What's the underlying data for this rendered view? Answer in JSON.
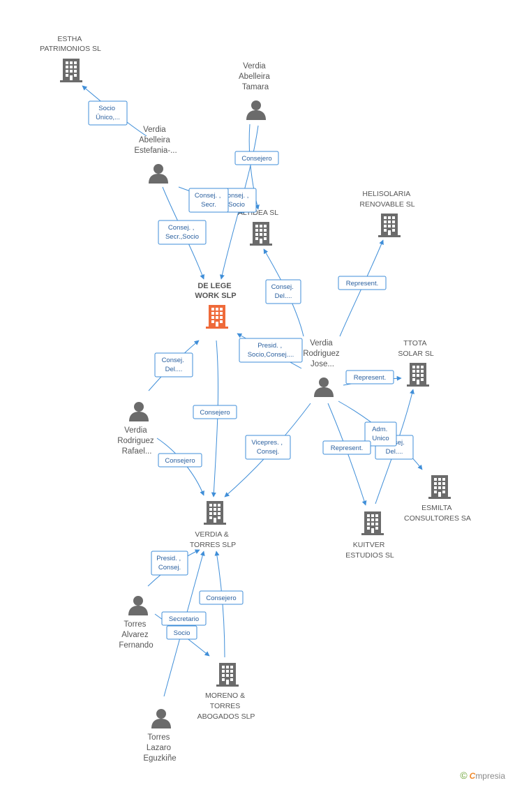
{
  "nodes": {
    "estha": {
      "lines": [
        "ESTHA",
        "PATRIMONIOS SL"
      ],
      "kind": "company"
    },
    "verdia_tamara": {
      "lines": [
        "Verdia",
        "Abelleira",
        "Tamara"
      ],
      "kind": "person"
    },
    "verdia_estefania": {
      "lines": [
        "Verdia",
        "Abelleira",
        "Estefania-..."
      ],
      "kind": "person"
    },
    "altidea": {
      "lines": [
        "ALTIDEA SL"
      ],
      "kind": "company"
    },
    "helisolaria": {
      "lines": [
        "HELISOLARIA",
        "RENOVABLE SL"
      ],
      "kind": "company"
    },
    "delege": {
      "lines": [
        "DE LEGE",
        "WORK SLP"
      ],
      "kind": "company-main"
    },
    "verdia_jose": {
      "lines": [
        "Verdia",
        "Rodriguez",
        "Jose..."
      ],
      "kind": "person"
    },
    "ttota": {
      "lines": [
        "TTOTA",
        "SOLAR SL"
      ],
      "kind": "company"
    },
    "verdia_rafael": {
      "lines": [
        "Verdia",
        "Rodriguez",
        "Rafael..."
      ],
      "kind": "person"
    },
    "esmilta": {
      "lines": [
        "ESMILTA",
        "CONSULTORES SA"
      ],
      "kind": "company"
    },
    "verdia_torres": {
      "lines": [
        "VERDIA &",
        "TORRES SLP"
      ],
      "kind": "company"
    },
    "kuitver": {
      "lines": [
        "KUITVER",
        "ESTUDIOS SL"
      ],
      "kind": "company"
    },
    "torres_fernando": {
      "lines": [
        "Torres",
        "Alvarez",
        "Fernando"
      ],
      "kind": "person"
    },
    "moreno": {
      "lines": [
        "MORENO &",
        "TORRES",
        "ABOGADOS  SLP"
      ],
      "kind": "company"
    },
    "torres_lazaro": {
      "lines": [
        "Torres",
        "Lazaro",
        "Eguzkiñe"
      ],
      "kind": "person"
    }
  },
  "edges": [
    {
      "id": "e1",
      "lines": [
        "Socio",
        "Único,..."
      ]
    },
    {
      "id": "e2",
      "lines": [
        "Consejero"
      ]
    },
    {
      "id": "e3",
      "lines": [
        "Consej. ,",
        "Secr."
      ]
    },
    {
      "id": "e4",
      "lines": [
        "Consej. ,",
        "Socio"
      ]
    },
    {
      "id": "e5",
      "lines": [
        "Consej. ,",
        "Secr.,Socio"
      ]
    },
    {
      "id": "e6",
      "lines": [
        "Consej.",
        "Del...."
      ]
    },
    {
      "id": "e7",
      "lines": [
        "Represent."
      ]
    },
    {
      "id": "e8",
      "lines": [
        "Presid. ,",
        "Socio,Consej...."
      ]
    },
    {
      "id": "e9",
      "lines": [
        "Consej.",
        "Del...."
      ]
    },
    {
      "id": "e10",
      "lines": [
        "Consejero"
      ]
    },
    {
      "id": "e11",
      "lines": [
        "Represent."
      ]
    },
    {
      "id": "e12",
      "lines": [
        "Consejero"
      ]
    },
    {
      "id": "e13",
      "lines": [
        "Vicepres. ,",
        "Consej."
      ]
    },
    {
      "id": "e14",
      "lines": [
        "Represent."
      ]
    },
    {
      "id": "e15",
      "lines": [
        "Consej.",
        "Del...."
      ]
    },
    {
      "id": "e16",
      "lines": [
        "Adm.",
        "Unico"
      ]
    },
    {
      "id": "e17",
      "lines": [
        "Presid. ,",
        "Consej."
      ]
    },
    {
      "id": "e18",
      "lines": [
        "Consejero"
      ]
    },
    {
      "id": "e19",
      "lines": [
        "Secretario"
      ]
    },
    {
      "id": "e20",
      "lines": [
        "Socio"
      ]
    }
  ],
  "brand": {
    "copyright": "©",
    "first_letter": "C",
    "rest": "mpresia"
  },
  "colors": {
    "edge": "#3f8ed8",
    "main_company": "#ef6a3a",
    "icon": "#6b6b6b"
  }
}
